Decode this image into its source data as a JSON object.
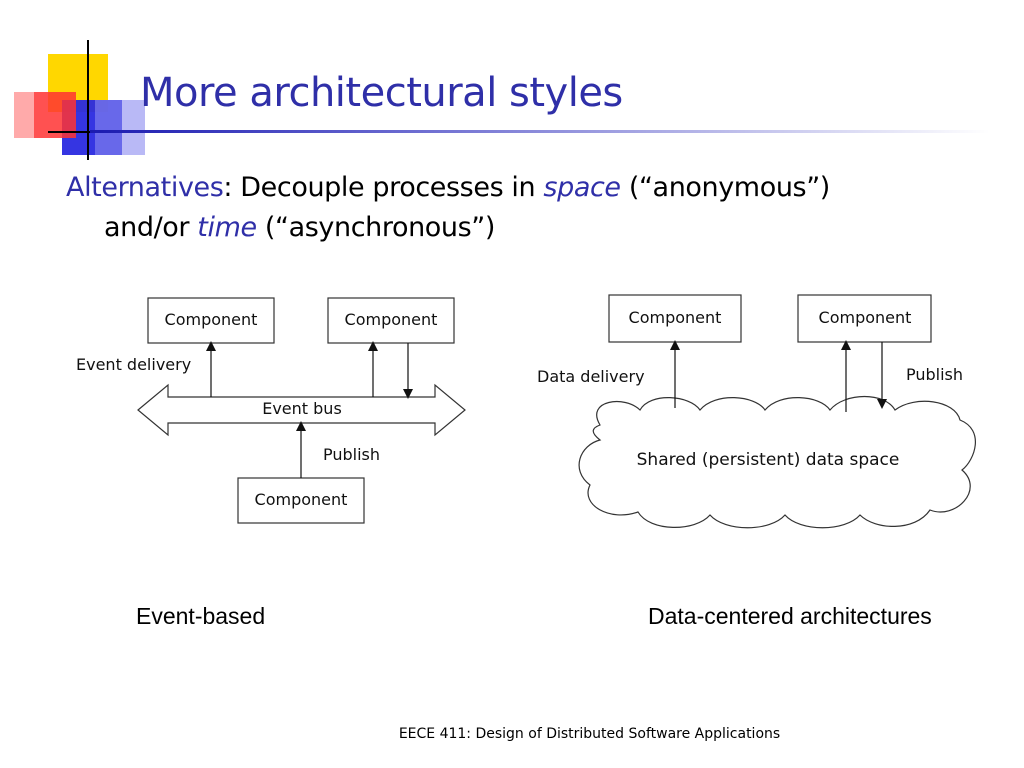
{
  "slide": {
    "title": "More architectural styles",
    "bullet": {
      "term": "Alternatives",
      "part1": ": Decouple processes in ",
      "space": "space",
      "part2": " (“anonymous”)",
      "part3": "and/or ",
      "time": "time",
      "part4": " (“asynchronous”)"
    },
    "footer": "EECE 411: Design of Distributed Software Applications"
  },
  "event_diagram": {
    "caption": "Event-based",
    "component_top_left": "Component",
    "component_top_right": "Component",
    "component_bottom": "Component",
    "bus_label": "Event bus",
    "label_event_delivery": "Event delivery",
    "label_publish": "Publish"
  },
  "data_diagram": {
    "caption": "Data-centered architectures",
    "component_left": "Component",
    "component_right": "Component",
    "space_label": "Shared (persistent) data space",
    "label_data_delivery": "Data delivery",
    "label_publish": "Publish"
  },
  "colors": {
    "title": "#2f2fa8",
    "accent_yellow": "#ffd700",
    "accent_red": "#ff3333",
    "accent_blue": "#2a2ae0"
  }
}
